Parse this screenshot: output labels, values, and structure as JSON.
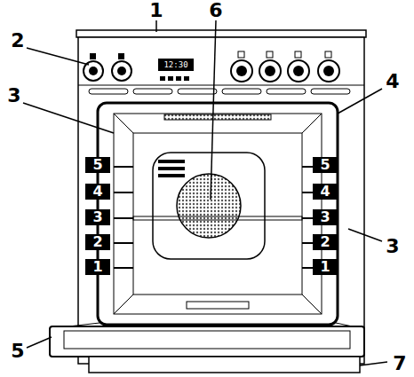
{
  "diagram": {
    "nodes": [
      {
        "text": [
          "5"
        ]
      },
      {
        "text": [
          "5"
        ]
      },
      {
        "text": [
          "4"
        ]
      },
      {
        "text": [
          "4"
        ]
      },
      {
        "text": [
          "3"
        ]
      },
      {
        "text": [
          "3"
        ]
      },
      {
        "text": [
          "2"
        ]
      },
      {
        "text": [
          "2"
        ]
      },
      {
        "text": [
          "1"
        ]
      },
      {
        "text": [
          "1"
        ]
      }
    ],
    "labels": [
      "1",
      "6",
      "2",
      "12:30",
      "4",
      "3",
      "3",
      "5",
      "7"
    ]
  }
}
